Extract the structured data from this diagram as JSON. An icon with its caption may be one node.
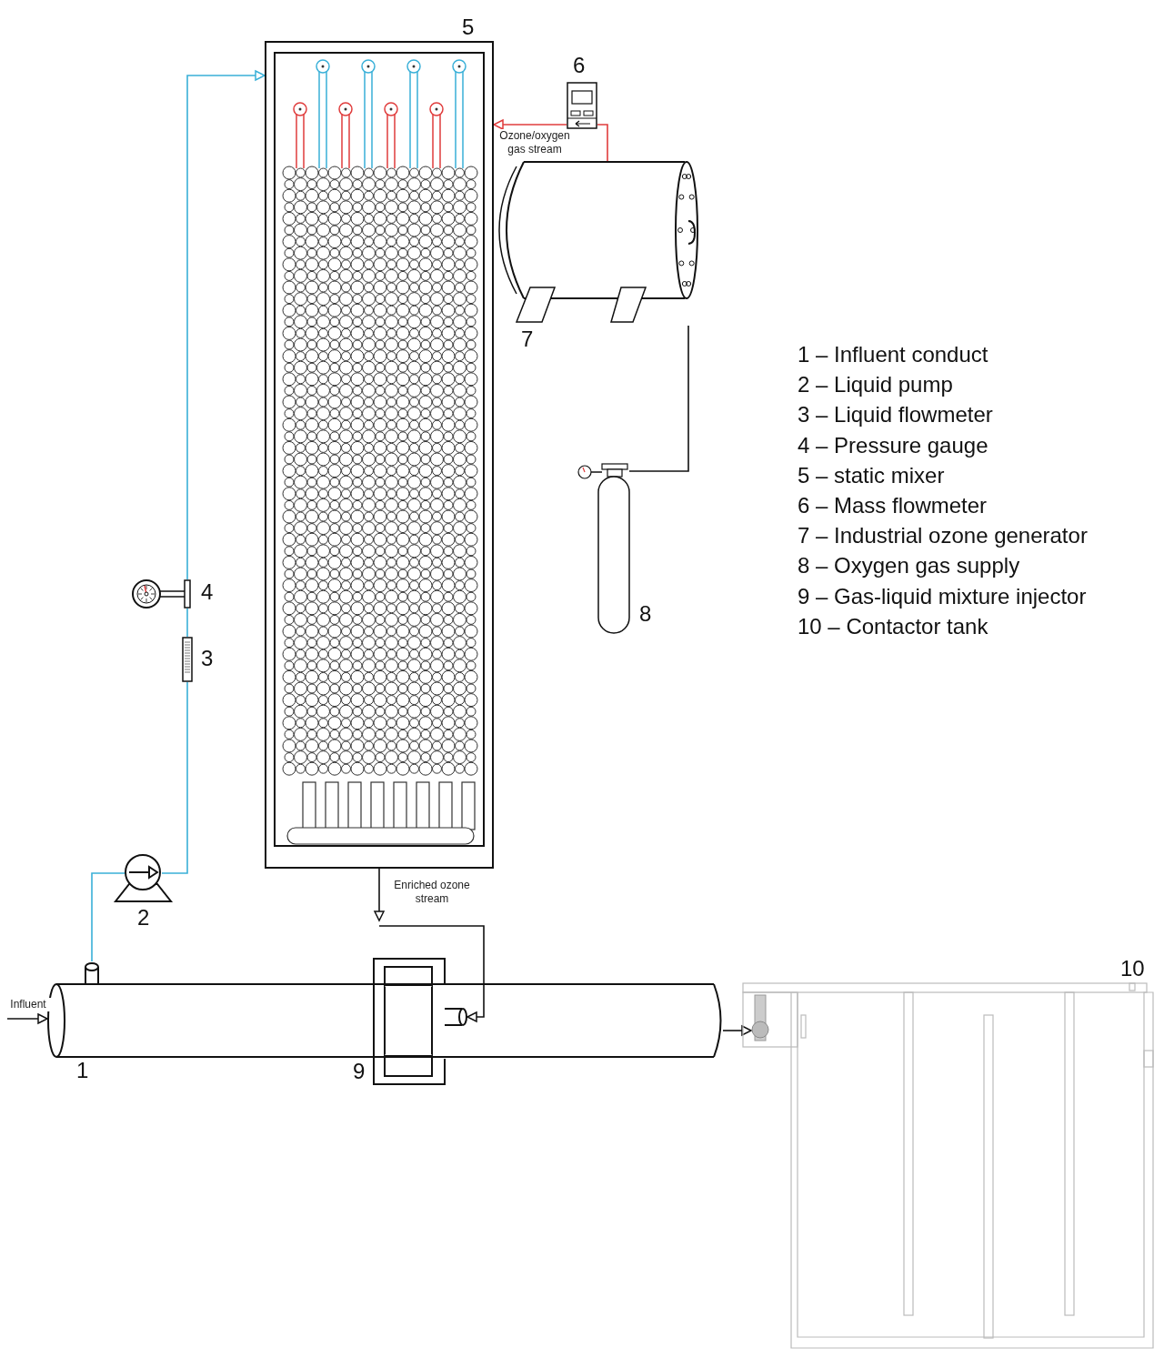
{
  "diagram": {
    "nodes": [
      {
        "text": [],
        "shape": "box",
        "beside": [
          "5"
        ]
      },
      {
        "text": [],
        "shape": "box",
        "beside": [
          "6"
        ]
      },
      {
        "text": [],
        "shape": "cylinder",
        "beside": [
          "7"
        ]
      },
      {
        "text": [],
        "shape": "cylinder",
        "beside": [
          "8"
        ]
      },
      {
        "text": [],
        "shape": "circle",
        "beside": [
          "4"
        ]
      },
      {
        "text": [],
        "shape": "bar",
        "beside": [
          "3"
        ]
      },
      {
        "text": [],
        "shape": "circle",
        "beside": [
          "2"
        ]
      },
      {
        "text": [],
        "shape": "box",
        "beside": [
          "9"
        ]
      },
      {
        "text": [],
        "shape": "cylinder",
        "beside": [
          "1"
        ]
      },
      {
        "text": [],
        "shape": "box",
        "beside": [
          "10"
        ]
      }
    ],
    "edges": [
      {
        "from": null,
        "to": 8,
        "arrow": "to",
        "label": "Influent"
      },
      {
        "from": 8,
        "to": 6,
        "arrow": "none",
        "color": "#3ab0d8"
      },
      {
        "from": 6,
        "to": 5,
        "arrow": "none",
        "color": "#3ab0d8"
      },
      {
        "from": 5,
        "to": 4,
        "arrow": "none",
        "color": "#3ab0d8"
      },
      {
        "from": 4,
        "to": 0,
        "arrow": "to",
        "color": "#3ab0d8"
      },
      {
        "from": 3,
        "to": 2,
        "arrow": "none"
      },
      {
        "from": 2,
        "to": 1,
        "arrow": "none",
        "color": "#e03c3c"
      },
      {
        "from": 1,
        "to": 0,
        "arrow": "to",
        "label": "Ozone/oxygen gas stream",
        "color": "#e03c3c"
      },
      {
        "from": 0,
        "to": 7,
        "arrow": "to",
        "label": "Enriched ozone stream"
      },
      {
        "from": 8,
        "to": 9,
        "arrow": "to"
      }
    ],
    "labels": [
      "1 – Influent conduct",
      "2 – Liquid pump",
      "3 – Liquid flowmeter",
      "4 – Pressure gauge",
      "5 – static mixer",
      "6 – Mass flowmeter",
      "7 – Industrial ozone generator",
      "8 – Oxygen gas supply",
      "9 – Gas-liquid mixture injector",
      "10 – Contactor tank"
    ]
  }
}
